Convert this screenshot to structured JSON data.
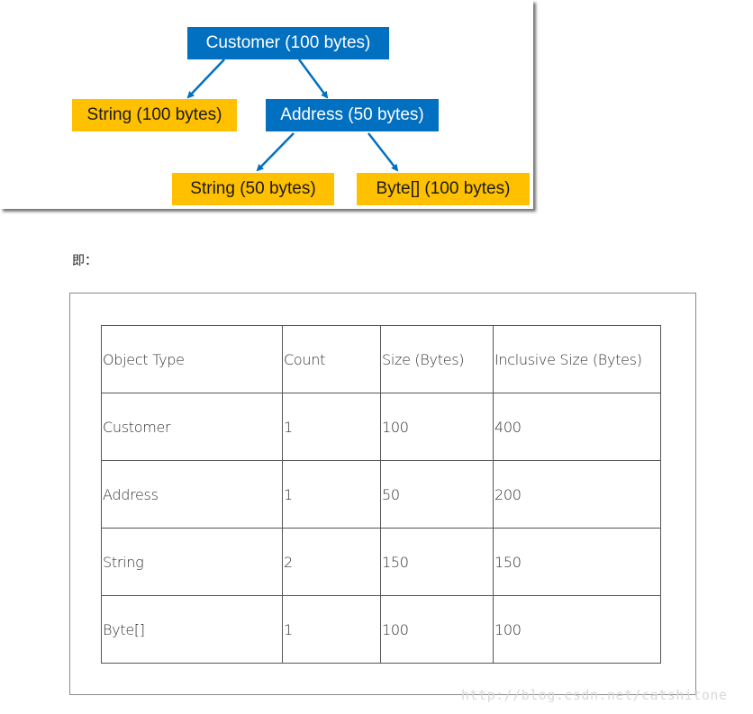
{
  "diagram": {
    "nodes": {
      "customer": "Customer  (100 bytes)",
      "string100": "String  (100 bytes)",
      "address": "Address  (50 bytes)",
      "string50": "String  (50 bytes)",
      "byte": "Byte[]  (100 bytes)"
    },
    "colors": {
      "type_node": "#0270c1",
      "leaf_node": "#ffc000",
      "arrow": "#0270c1"
    }
  },
  "caption": "即：",
  "table": {
    "headers": [
      "Object Type",
      "Count",
      "Size (Bytes)",
      "Inclusive Size (Bytes)"
    ],
    "rows": [
      [
        "Customer",
        "1",
        "100",
        "400"
      ],
      [
        "Address",
        "1",
        "50",
        "200"
      ],
      [
        "String",
        "2",
        "150",
        "150"
      ],
      [
        "Byte[]",
        "1",
        "100",
        "100"
      ]
    ]
  },
  "watermark": "http://blog.csdn.net/catshitone"
}
